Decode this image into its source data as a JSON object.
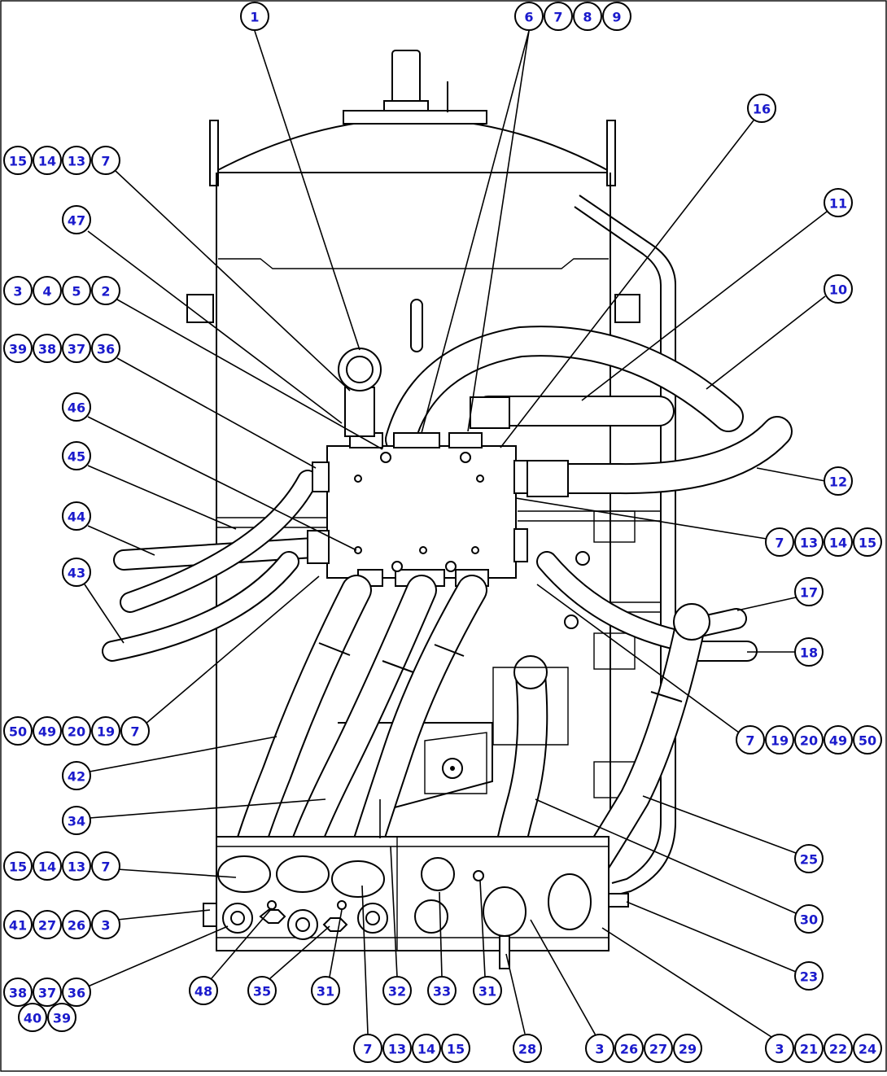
{
  "callouts": [
    {
      "name": "callout-1",
      "numbers": [
        "1"
      ]
    },
    {
      "name": "callout-6-7-8-9",
      "numbers": [
        "6",
        "7",
        "8",
        "9"
      ]
    },
    {
      "name": "callout-16",
      "numbers": [
        "16"
      ]
    },
    {
      "name": "callout-15-14-13-7-upper",
      "numbers": [
        "15",
        "14",
        "13",
        "7"
      ]
    },
    {
      "name": "callout-11",
      "numbers": [
        "11"
      ]
    },
    {
      "name": "callout-47",
      "numbers": [
        "47"
      ]
    },
    {
      "name": "callout-10",
      "numbers": [
        "10"
      ]
    },
    {
      "name": "callout-3-4-5-2",
      "numbers": [
        "3",
        "4",
        "5",
        "2"
      ]
    },
    {
      "name": "callout-39-38-37-36",
      "numbers": [
        "39",
        "38",
        "37",
        "36"
      ]
    },
    {
      "name": "callout-46",
      "numbers": [
        "46"
      ]
    },
    {
      "name": "callout-45",
      "numbers": [
        "45"
      ]
    },
    {
      "name": "callout-12",
      "numbers": [
        "12"
      ]
    },
    {
      "name": "callout-44",
      "numbers": [
        "44"
      ]
    },
    {
      "name": "callout-7-13-14-15-right",
      "numbers": [
        "7",
        "13",
        "14",
        "15"
      ]
    },
    {
      "name": "callout-43",
      "numbers": [
        "43"
      ]
    },
    {
      "name": "callout-17",
      "numbers": [
        "17"
      ]
    },
    {
      "name": "callout-18",
      "numbers": [
        "18"
      ]
    },
    {
      "name": "callout-50-49-20-19-7",
      "numbers": [
        "50",
        "49",
        "20",
        "19",
        "7"
      ]
    },
    {
      "name": "callout-7-19-20-49-50",
      "numbers": [
        "7",
        "19",
        "20",
        "49",
        "50"
      ]
    },
    {
      "name": "callout-42",
      "numbers": [
        "42"
      ]
    },
    {
      "name": "callout-34",
      "numbers": [
        "34"
      ]
    },
    {
      "name": "callout-25",
      "numbers": [
        "25"
      ]
    },
    {
      "name": "callout-15-14-13-7-lower",
      "numbers": [
        "15",
        "14",
        "13",
        "7"
      ]
    },
    {
      "name": "callout-30",
      "numbers": [
        "30"
      ]
    },
    {
      "name": "callout-41-27-26-3",
      "numbers": [
        "41",
        "27",
        "26",
        "3"
      ]
    },
    {
      "name": "callout-23",
      "numbers": [
        "23"
      ]
    },
    {
      "name": "callout-38-37-36",
      "numbers": [
        "38",
        "37",
        "36"
      ]
    },
    {
      "name": "callout-40-39",
      "numbers": [
        "40",
        "39"
      ]
    },
    {
      "name": "callout-48",
      "numbers": [
        "48"
      ]
    },
    {
      "name": "callout-35",
      "numbers": [
        "35"
      ]
    },
    {
      "name": "callout-31-left",
      "numbers": [
        "31"
      ]
    },
    {
      "name": "callout-32",
      "numbers": [
        "32"
      ]
    },
    {
      "name": "callout-33",
      "numbers": [
        "33"
      ]
    },
    {
      "name": "callout-31-right",
      "numbers": [
        "31"
      ]
    },
    {
      "name": "callout-7-13-14-15-bottom",
      "numbers": [
        "7",
        "13",
        "14",
        "15"
      ]
    },
    {
      "name": "callout-28",
      "numbers": [
        "28"
      ]
    },
    {
      "name": "callout-3-26-27-29",
      "numbers": [
        "3",
        "26",
        "27",
        "29"
      ]
    },
    {
      "name": "callout-3-21-22-24",
      "numbers": [
        "3",
        "21",
        "22",
        "24"
      ]
    }
  ],
  "colors": {
    "balloon_text": "#1a1acc",
    "line": "#000000",
    "background": "#ffffff"
  }
}
